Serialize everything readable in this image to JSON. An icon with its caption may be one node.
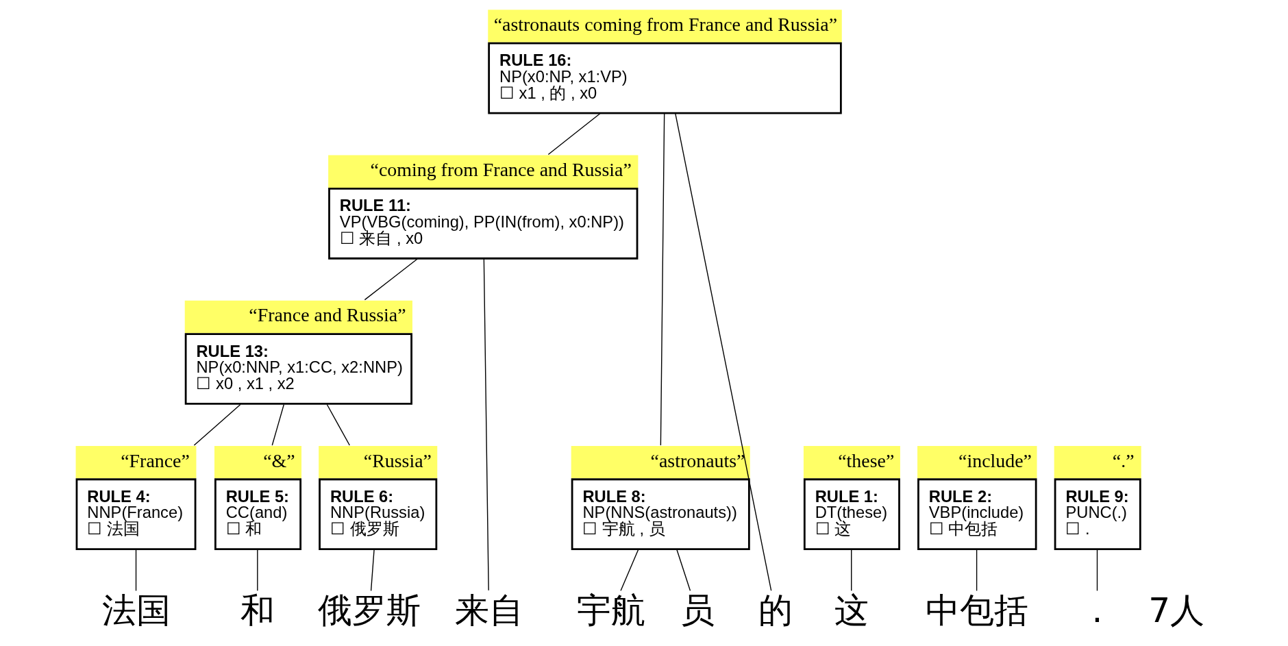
{
  "diagram": {
    "nodes": [
      {
        "text": [
          "RULE 16:",
          "NP(x0:NP, x1:VP)",
          "☐ x1 , 的 , x0"
        ],
        "beside": [
          "“astronauts coming from France and Russia”"
        ]
      },
      {
        "text": [
          "RULE 11:",
          "VP(VBG(coming), PP(IN(from), x0:NP))",
          "☐ 来自 , x0"
        ],
        "beside": [
          "“coming from France and Russia”"
        ]
      },
      {
        "text": [
          "RULE 13:",
          "NP(x0:NNP, x1:CC, x2:NNP)",
          "☐ x0 , x1 , x2"
        ],
        "beside": [
          "“France and Russia”"
        ]
      },
      {
        "text": [
          "RULE 1:",
          "DT(these)",
          "☐ 这"
        ],
        "beside": [
          "“these”"
        ]
      },
      {
        "text": [
          "RULE 2:",
          "VBP(include)",
          "☐ 中包括"
        ],
        "beside": [
          "“include”"
        ]
      },
      {
        "text": [
          "RULE 4:",
          "NNP(France)",
          "☐ 法国"
        ],
        "beside": [
          "“France”"
        ]
      },
      {
        "text": [
          "RULE 5:",
          "CC(and)",
          "☐ 和"
        ],
        "beside": [
          "“&”"
        ]
      },
      {
        "text": [
          "RULE 6:",
          "NNP(Russia)",
          "☐ 俄罗斯"
        ],
        "beside": [
          "“Russia”"
        ]
      },
      {
        "text": [
          "RULE 8:",
          "NP(NNS(astronauts))",
          "☐ 宇航 , 员"
        ],
        "beside": [
          "“astronauts”"
        ]
      },
      {
        "text": [
          "RULE 9:",
          "PUNC(.)",
          "☐ ."
        ],
        "beside": [
          "“.”"
        ]
      },
      {
        "text": [
          "这"
        ]
      },
      {
        "text": [
          "中包括"
        ]
      },
      {
        "text": [
          "来自"
        ]
      },
      {
        "text": [
          "法国"
        ]
      },
      {
        "text": [
          "和"
        ]
      },
      {
        "text": [
          "俄罗斯"
        ]
      },
      {
        "text": [
          "的"
        ]
      },
      {
        "text": [
          "宇航"
        ]
      },
      {
        "text": [
          "员"
        ]
      },
      {
        "text": [
          "."
        ]
      }
    ],
    "edges": [
      {
        "from": 0,
        "to": 1,
        "arrow": "none"
      },
      {
        "from": 0,
        "to": 16,
        "arrow": "none"
      },
      {
        "from": 0,
        "to": 8,
        "arrow": "none"
      },
      {
        "from": 1,
        "to": 12,
        "arrow": "none"
      },
      {
        "from": 1,
        "to": 2,
        "arrow": "none"
      },
      {
        "from": 2,
        "to": 5,
        "arrow": "none"
      },
      {
        "from": 2,
        "to": 6,
        "arrow": "none"
      },
      {
        "from": 2,
        "to": 7,
        "arrow": "none"
      },
      {
        "from": 3,
        "to": 10,
        "arrow": "none"
      },
      {
        "from": 4,
        "to": 11,
        "arrow": "none"
      },
      {
        "from": 5,
        "to": 13,
        "arrow": "none"
      },
      {
        "from": 6,
        "to": 14,
        "arrow": "none"
      },
      {
        "from": 7,
        "to": 15,
        "arrow": "none"
      },
      {
        "from": 8,
        "to": 17,
        "arrow": "none"
      },
      {
        "from": 8,
        "to": 18,
        "arrow": "none"
      },
      {
        "from": 9,
        "to": 19,
        "arrow": "none"
      }
    ],
    "labels": [
      "7人"
    ]
  }
}
